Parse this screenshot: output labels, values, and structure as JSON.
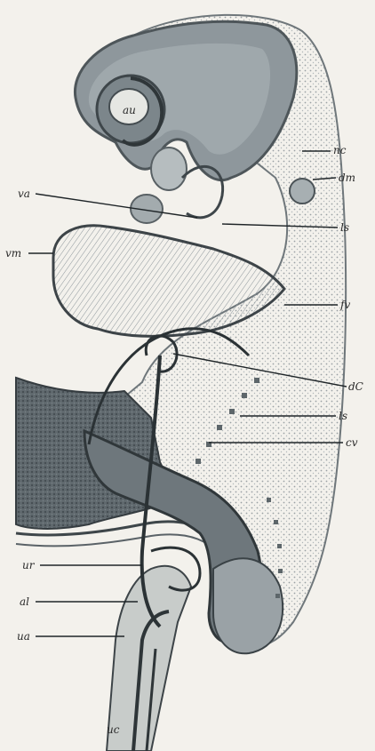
{
  "figure": {
    "labels": {
      "au": "au",
      "nc": "nc",
      "dm": "dm",
      "va": "va",
      "ls_upper": "ls",
      "vm": "vm",
      "fv": "fv",
      "dc": "dC",
      "ls_lower": "ls",
      "cv": "cv",
      "ur": "ur",
      "al": "al",
      "ua": "ua",
      "uc": "uc"
    },
    "colors": {
      "paper": "#f3f1ec",
      "ink": "#2a2a2a",
      "dark_tissue": "#5a6268",
      "mid_tissue": "#9aa3a8",
      "light_tissue": "#d3d6d5"
    }
  }
}
